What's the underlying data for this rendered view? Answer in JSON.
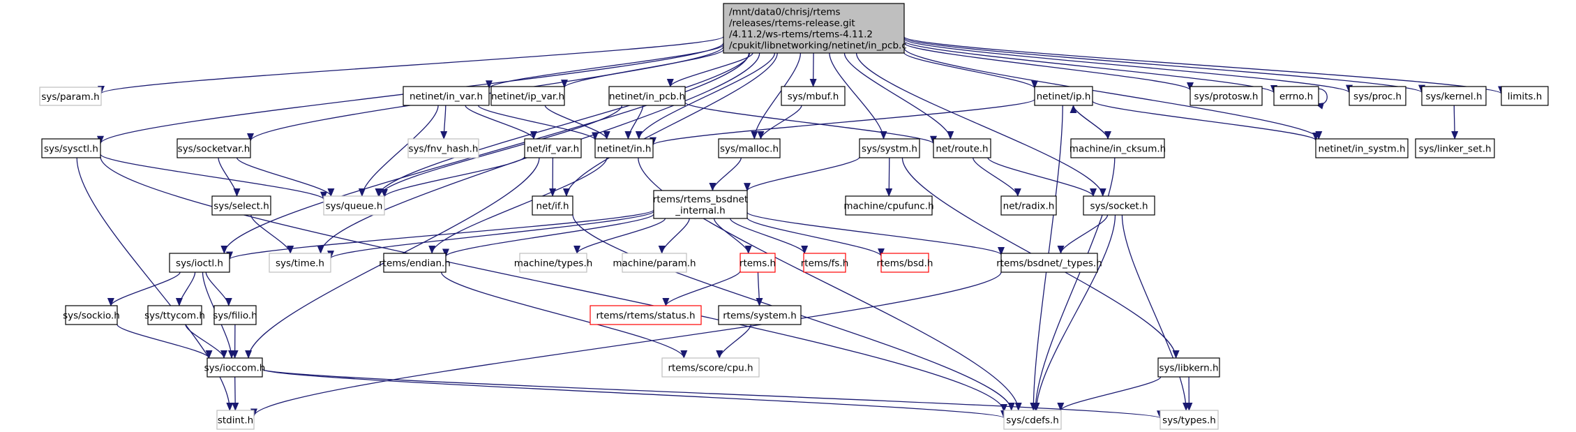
{
  "title": "Include dependency graph for in_pcb.c",
  "colors": {
    "edge": "#191970",
    "root_fill": "#bfbfbf",
    "documented_border": "#000000",
    "undocumented_border": "#bfbfbf",
    "truncated_border": "#ff0000"
  },
  "root": {
    "id": "root",
    "lines": [
      "/mnt/data0/chrisj/rtems",
      "/releases/rtems-release.git",
      "/4.11.2/ws-rtems/rtems-4.11.2",
      "/cpukit/libnetworking/netinet/in_pcb.c"
    ]
  },
  "nodes": [
    {
      "id": "sys_param",
      "label": "sys/param.h",
      "style": "grey"
    },
    {
      "id": "in_var",
      "label": "netinet/in_var.h",
      "style": "normal"
    },
    {
      "id": "ip_var",
      "label": "netinet/ip_var.h",
      "style": "normal"
    },
    {
      "id": "in_pcb",
      "label": "netinet/in_pcb.h",
      "style": "normal"
    },
    {
      "id": "mbuf",
      "label": "sys/mbuf.h",
      "style": "normal"
    },
    {
      "id": "ip",
      "label": "netinet/ip.h",
      "style": "normal"
    },
    {
      "id": "protosw",
      "label": "sys/protosw.h",
      "style": "normal"
    },
    {
      "id": "errno",
      "label": "errno.h",
      "style": "normal"
    },
    {
      "id": "proc",
      "label": "sys/proc.h",
      "style": "normal"
    },
    {
      "id": "kernel",
      "label": "sys/kernel.h",
      "style": "normal"
    },
    {
      "id": "limits",
      "label": "limits.h",
      "style": "normal"
    },
    {
      "id": "sysctl",
      "label": "sys/sysctl.h",
      "style": "normal"
    },
    {
      "id": "socketvar",
      "label": "sys/socketvar.h",
      "style": "normal"
    },
    {
      "id": "fnv_hash",
      "label": "sys/fnv_hash.h",
      "style": "grey"
    },
    {
      "id": "if_var",
      "label": "net/if_var.h",
      "style": "normal"
    },
    {
      "id": "in",
      "label": "netinet/in.h",
      "style": "normal"
    },
    {
      "id": "malloc",
      "label": "sys/malloc.h",
      "style": "normal"
    },
    {
      "id": "systm",
      "label": "sys/systm.h",
      "style": "normal"
    },
    {
      "id": "route",
      "label": "net/route.h",
      "style": "normal"
    },
    {
      "id": "in_cksum",
      "label": "machine/in_cksum.h",
      "style": "normal"
    },
    {
      "id": "in_systm",
      "label": "netinet/in_systm.h",
      "style": "normal"
    },
    {
      "id": "linker_set",
      "label": "sys/linker_set.h",
      "style": "normal"
    },
    {
      "id": "select",
      "label": "sys/select.h",
      "style": "normal"
    },
    {
      "id": "queue",
      "label": "sys/queue.h",
      "style": "grey"
    },
    {
      "id": "if",
      "label": "net/if.h",
      "style": "normal"
    },
    {
      "id": "bsdnet_internal",
      "label": "rtems/rtems_bsdnet\n_internal.h",
      "style": "normal"
    },
    {
      "id": "cpufunc",
      "label": "machine/cpufunc.h",
      "style": "normal"
    },
    {
      "id": "radix",
      "label": "net/radix.h",
      "style": "normal"
    },
    {
      "id": "socket",
      "label": "sys/socket.h",
      "style": "normal"
    },
    {
      "id": "ioctl",
      "label": "sys/ioctl.h",
      "style": "normal"
    },
    {
      "id": "time",
      "label": "sys/time.h",
      "style": "grey"
    },
    {
      "id": "endian",
      "label": "rtems/endian.h",
      "style": "normal"
    },
    {
      "id": "mtypes",
      "label": "machine/types.h",
      "style": "grey"
    },
    {
      "id": "mparam",
      "label": "machine/param.h",
      "style": "grey"
    },
    {
      "id": "rtems",
      "label": "rtems.h",
      "style": "red"
    },
    {
      "id": "rfs",
      "label": "rtems/fs.h",
      "style": "red"
    },
    {
      "id": "rbsd",
      "label": "rtems/bsd.h",
      "style": "red"
    },
    {
      "id": "btypes",
      "label": "rtems/bsdnet/_types.h",
      "style": "normal"
    },
    {
      "id": "sockio",
      "label": "sys/sockio.h",
      "style": "normal"
    },
    {
      "id": "ttycom",
      "label": "sys/ttycom.h",
      "style": "normal"
    },
    {
      "id": "filio",
      "label": "sys/filio.h",
      "style": "normal"
    },
    {
      "id": "status",
      "label": "rtems/rtems/status.h",
      "style": "red"
    },
    {
      "id": "rsystem",
      "label": "rtems/system.h",
      "style": "normal"
    },
    {
      "id": "ioccom",
      "label": "sys/ioccom.h",
      "style": "normal"
    },
    {
      "id": "cpu",
      "label": "rtems/score/cpu.h",
      "style": "grey"
    },
    {
      "id": "libkern",
      "label": "sys/libkern.h",
      "style": "normal"
    },
    {
      "id": "stdint",
      "label": "stdint.h",
      "style": "grey"
    },
    {
      "id": "cdefs",
      "label": "sys/cdefs.h",
      "style": "grey"
    },
    {
      "id": "types",
      "label": "sys/types.h",
      "style": "grey"
    }
  ],
  "edges": [
    [
      "root",
      "sys_param"
    ],
    [
      "root",
      "in_var"
    ],
    [
      "root",
      "ip_var"
    ],
    [
      "root",
      "in_pcb"
    ],
    [
      "root",
      "mbuf"
    ],
    [
      "root",
      "ip"
    ],
    [
      "root",
      "protosw"
    ],
    [
      "root",
      "errno"
    ],
    [
      "root",
      "proc"
    ],
    [
      "root",
      "kernel"
    ],
    [
      "root",
      "limits"
    ],
    [
      "root",
      "sysctl"
    ],
    [
      "root",
      "socketvar"
    ],
    [
      "root",
      "in"
    ],
    [
      "root",
      "malloc"
    ],
    [
      "root",
      "systm"
    ],
    [
      "root",
      "route"
    ],
    [
      "root",
      "in_systm"
    ],
    [
      "root",
      "queue"
    ],
    [
      "root",
      "if"
    ],
    [
      "root",
      "socket"
    ],
    [
      "root",
      "ioctl"
    ],
    [
      "root",
      "time"
    ],
    [
      "errno",
      "errno"
    ],
    [
      "in_var",
      "queue"
    ],
    [
      "in_var",
      "fnv_hash"
    ],
    [
      "in_var",
      "if_var"
    ],
    [
      "in_var",
      "in"
    ],
    [
      "ip_var",
      "in"
    ],
    [
      "in_pcb",
      "queue"
    ],
    [
      "in_pcb",
      "in"
    ],
    [
      "in_pcb",
      "route"
    ],
    [
      "mbuf",
      "malloc"
    ],
    [
      "ip",
      "in"
    ],
    [
      "ip",
      "in_cksum"
    ],
    [
      "ip",
      "in_systm"
    ],
    [
      "ip",
      "cdefs"
    ],
    [
      "in_cksum",
      "ip"
    ],
    [
      "in_cksum",
      "cdefs"
    ],
    [
      "kernel",
      "linker_set"
    ],
    [
      "sysctl",
      "queue"
    ],
    [
      "sysctl",
      "stdint"
    ],
    [
      "sysctl",
      "cdefs"
    ],
    [
      "socketvar",
      "select"
    ],
    [
      "socketvar",
      "queue"
    ],
    [
      "select",
      "time"
    ],
    [
      "if_var",
      "queue"
    ],
    [
      "if_var",
      "if"
    ],
    [
      "if_var",
      "ioccom"
    ],
    [
      "in",
      "endian"
    ],
    [
      "in",
      "cdefs"
    ],
    [
      "if",
      "cdefs"
    ],
    [
      "malloc",
      "bsdnet_internal"
    ],
    [
      "systm",
      "bsdnet_internal"
    ],
    [
      "systm",
      "cpufunc"
    ],
    [
      "systm",
      "libkern"
    ],
    [
      "route",
      "radix"
    ],
    [
      "route",
      "socket"
    ],
    [
      "socket",
      "btypes"
    ],
    [
      "socket",
      "cdefs"
    ],
    [
      "socket",
      "types"
    ],
    [
      "bsdnet_internal",
      "ioctl"
    ],
    [
      "bsdnet_internal",
      "time"
    ],
    [
      "bsdnet_internal",
      "endian"
    ],
    [
      "bsdnet_internal",
      "mtypes"
    ],
    [
      "bsdnet_internal",
      "mparam"
    ],
    [
      "bsdnet_internal",
      "rtems"
    ],
    [
      "bsdnet_internal",
      "rfs"
    ],
    [
      "bsdnet_internal",
      "rbsd"
    ],
    [
      "bsdnet_internal",
      "btypes"
    ],
    [
      "ioctl",
      "sockio"
    ],
    [
      "ioctl",
      "ttycom"
    ],
    [
      "ioctl",
      "filio"
    ],
    [
      "ioctl",
      "ioccom"
    ],
    [
      "sockio",
      "ioccom"
    ],
    [
      "ttycom",
      "ioccom"
    ],
    [
      "filio",
      "ioccom"
    ],
    [
      "endian",
      "cpu"
    ],
    [
      "rtems",
      "status"
    ],
    [
      "rtems",
      "rsystem"
    ],
    [
      "rsystem",
      "cpu"
    ],
    [
      "btypes",
      "stdint"
    ],
    [
      "ioccom",
      "stdint"
    ],
    [
      "ioccom",
      "cdefs"
    ],
    [
      "ioccom",
      "types"
    ],
    [
      "libkern",
      "cdefs"
    ],
    [
      "libkern",
      "types"
    ]
  ]
}
